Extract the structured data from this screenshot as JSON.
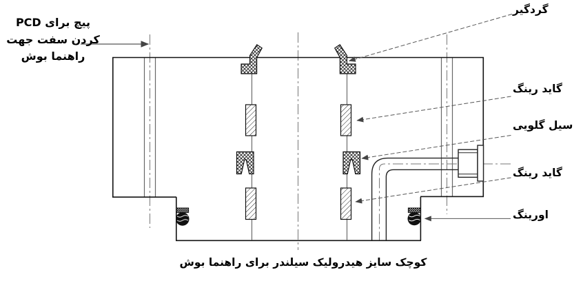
{
  "drawing": {
    "colors": {
      "background": "#ffffff",
      "outline": "#111111",
      "thin_line": "#555555",
      "centerline": "#777777",
      "text": "#000000"
    },
    "labels": {
      "pcd_note_line1": "PCD برای‎ پیچ",
      "pcd_note_line2": "جهت‎ سفت‎ کردن",
      "pcd_note_line3": "بوش‎ راهنما",
      "wiper": "گردگیر",
      "guide_ring_upper": "گاید‎ رینگ",
      "rod_seal": "سیل‎ گلویی",
      "guide_ring_lower": "گاید‎ رینگ",
      "oring": "اورینگ"
    },
    "caption": "بوش‎ راهنما‎ برای‎ سیلندر‎ هیدرولیک‎ سایز‎ کوچک"
  }
}
